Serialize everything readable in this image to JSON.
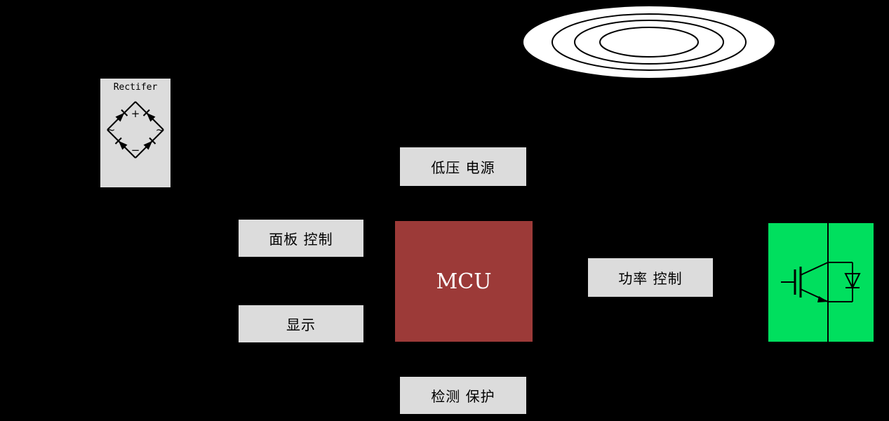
{
  "colors": {
    "background": "#000000",
    "block_gray": "#DCDCDC",
    "mcu_red": "#9C3A38",
    "igbt_green": "#00DF5E",
    "coil_white": "#FFFFFF",
    "line_black": "#000000",
    "mcu_text": "#FFFFFF"
  },
  "rectifier": {
    "label": "Rectifer",
    "plus": "+",
    "minus": "−",
    "ac_left": "~",
    "ac_right": "~"
  },
  "blocks": {
    "low_voltage_supply": "低压 电源",
    "panel_control": "面板 控制",
    "display": "显示",
    "mcu": "MCU",
    "power_control": "功率 控制",
    "detection_protection": "检测 保护"
  },
  "symbols": {
    "coil": "induction-coil-concentric-ellipses",
    "bridge_rectifier": "diode-bridge",
    "igbt": "igbt-with-antiparallel-diode"
  }
}
